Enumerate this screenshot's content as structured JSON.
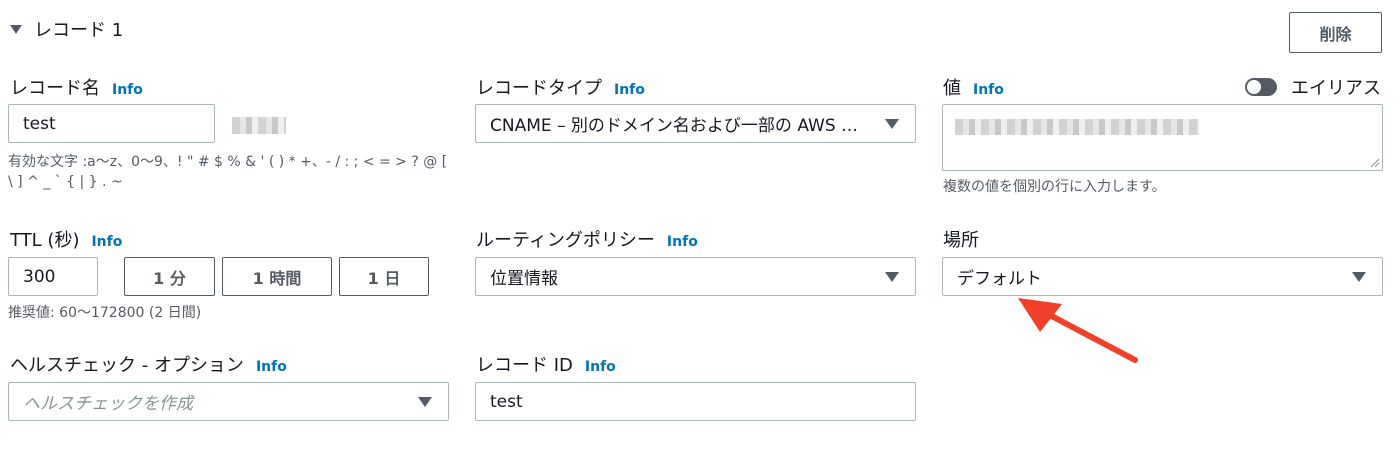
{
  "header": {
    "title": "レコード 1",
    "delete_label": "削除"
  },
  "info_label": "Info",
  "record_name": {
    "label": "レコード名",
    "value": "test",
    "hint": "有効な文字 :a〜z、0〜9、! \" # $ % & ' ( ) * +、- / : ; < = > ? @ [ \\ ] ^ _ ` { | } . ~"
  },
  "record_type": {
    "label": "レコードタイプ",
    "value": "CNAME – 別のドメイン名および一部の AWS リソースにトラフィックをルーティングします"
  },
  "value": {
    "label": "値",
    "alias_label": "エイリアス",
    "hint": "複数の値を個別の行に入力します。"
  },
  "ttl": {
    "label": "TTL (秒)",
    "value": "300",
    "buttons": [
      "1 分",
      "1 時間",
      "1 日"
    ],
    "hint": "推奨値: 60〜172800 (2 日間)"
  },
  "routing_policy": {
    "label": "ルーティングポリシー",
    "value": "位置情報"
  },
  "location": {
    "label": "場所",
    "value": "デフォルト"
  },
  "health_check": {
    "label": "ヘルスチェック - オプション",
    "placeholder": "ヘルスチェックを作成"
  },
  "record_id": {
    "label": "レコード ID",
    "value": "test"
  },
  "colors": {
    "accent_link": "#0073bb",
    "annotation_arrow": "#f0402a",
    "border": "#aab7b8"
  }
}
